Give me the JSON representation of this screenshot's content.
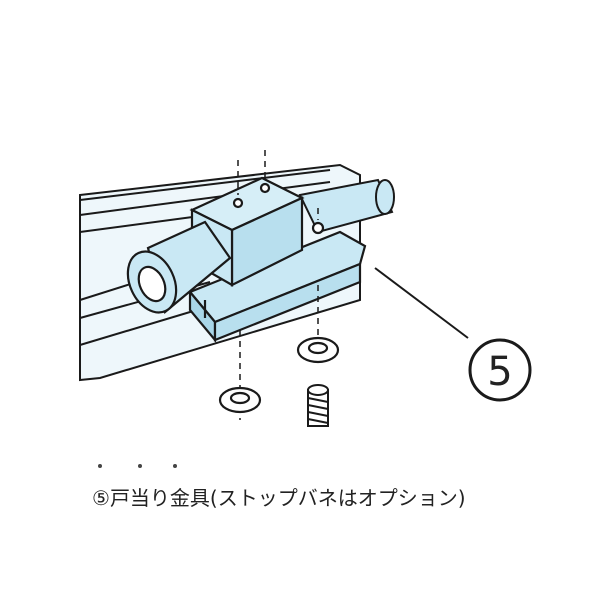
{
  "diagram": {
    "callout_number": "5",
    "colors": {
      "part_fill": "#c9e8f4",
      "part_shade": "#a9d6e8",
      "outline": "#1a1a1a"
    }
  },
  "caption": {
    "number": "⑤",
    "text": "戸当り金具(ストップバネはオプション)"
  }
}
